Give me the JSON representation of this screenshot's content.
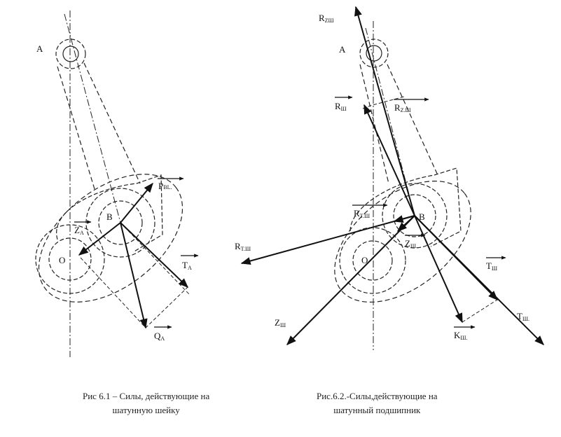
{
  "figure1": {
    "labels": {
      "A": "A",
      "B": "B",
      "O": "O",
      "P_main": "P",
      "P_sub": "BL.",
      "Z_main": "Z",
      "Z_sub": "A",
      "T_main": "T",
      "T_sub": "A",
      "Q_main": "Q",
      "Q_sub": "A"
    },
    "caption": {
      "line1": "Рис 6.1 – Силы, действующие на",
      "line2": "шатунную шейку"
    }
  },
  "figure2": {
    "labels": {
      "A": "A",
      "B": "B",
      "O": "O",
      "RZtop_main": "R",
      "RZtop_sub": "ZШ",
      "RZ_main": "R",
      "RZ_sub": "Z.Ш",
      "Rsh_main": "R",
      "Rsh_sub": "Ш",
      "RT_main": "R",
      "RT_sub": "T.Ш",
      "RTleft_main": "R",
      "RTleft_sub": "T.Ш",
      "Zsh_main": "Z",
      "Zsh_sub": "Ш.",
      "Zbot_main": "Z",
      "Zbot_sub": "Ш",
      "Tsh_main": "T",
      "Tsh_sub": "Ш",
      "Tsh2_main": "T",
      "Tsh2_sub": "Ш.",
      "K_main": "K",
      "K_sub": "Ш."
    },
    "caption": {
      "line1": "Рис.6.2.-Силы,действующие на",
      "line2": "шатунный подшипник"
    }
  }
}
